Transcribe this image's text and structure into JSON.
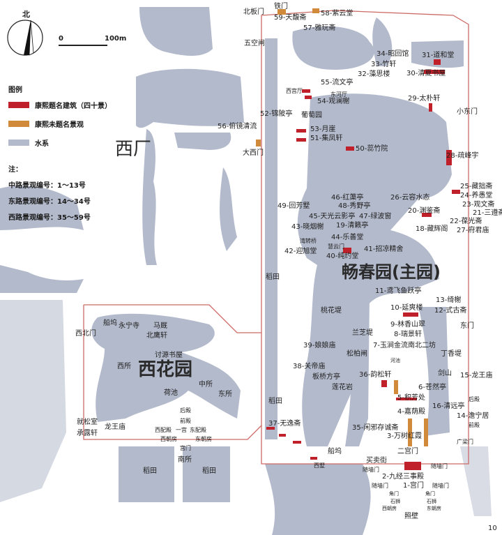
{
  "compass": {
    "label": "北"
  },
  "scale": {
    "start": "0",
    "end": "100m"
  },
  "legend": {
    "title": "图例",
    "items": [
      {
        "label": "康熙题名建筑（四十景）",
        "color": "#c0202a"
      },
      {
        "label": "康熙未题名景观",
        "color": "#d08a3a"
      },
      {
        "label": "水系",
        "color": "#b3bacb"
      }
    ]
  },
  "notes": {
    "title": "注：",
    "lines": [
      "中路景观编号：1～13号",
      "东路景观编号：14～34号",
      "西路景观编号：35～59号"
    ]
  },
  "colors": {
    "water": "#b3bacb",
    "boundary": "#cc6b66",
    "titled": "#c0202a",
    "untitled": "#d08a3a"
  },
  "map_labels": [
    "北板门",
    "铁门",
    "59-天馥斋",
    "58-紫云堂",
    "57-雅玩斋",
    "五空闸",
    "34-昭回馆",
    "31-道和堂",
    "33-竹轩",
    "32-藻思楼",
    "30-清夏书屋",
    "55-流文亭",
    "西宫厅",
    "东河厅",
    "54-观澜榭",
    "29-太朴轩",
    "小东门",
    "52-锦陂亭",
    "葡萄园",
    "56-俯镜清流",
    "53-月崖",
    "51-集凤轩",
    "50-蕊竹院",
    "大西门",
    "28-疏峰宇",
    "25-藏拙斋",
    "24-养愚堂",
    "23-观文斋",
    "21-三遵斋",
    "22-葆光斋",
    "27-府君庙",
    "26-云容水态",
    "46-红蕖亭",
    "48-秀野亭",
    "20-渊鉴斋",
    "49-回芳墅",
    "45-天光云影亭",
    "47-绿波窗",
    "19-清籁亭",
    "18-藏辉阁",
    "43-晓烟榭",
    "44-乐善堂",
    "湾转桥",
    "慧云门",
    "42-迎旭堂",
    "41-招凉精舍",
    "40-纯约堂",
    "稻田",
    "11-鸢飞鱼跃亭",
    "13-绮榭",
    "10-延爽楼",
    "12-式古斋",
    "桃花堤",
    "东门",
    "9-林香山翠",
    "兰芝堤",
    "8-瑞景轩",
    "7-玉涧金流南北二坊",
    "39-娘娘庙",
    "松柏闸",
    "丁香堤",
    "河池",
    "38-关帝庙",
    "板桥方亭",
    "36-韵松轩",
    "剑山",
    "15-龙王庙",
    "莲花岩",
    "6-苍然亭",
    "5-积芳处",
    "后殿",
    "16-清远亭",
    "4-嘉荫殿",
    "14-澹宁居",
    "前殿",
    "37-无逸斋",
    "稻田",
    "35-闲邪存诚斋",
    "3-万树红霞",
    "广梁门",
    "二宫门",
    "船坞",
    "买卖街",
    "西墅",
    "随墙门",
    "随墙门",
    "2-九经三事殿",
    "随墙门",
    "随墙门",
    "1-宫门",
    "角门",
    "角门",
    "石狮",
    "石狮",
    "西朝房",
    "东朝房",
    "照壁",
    "10",
    "船坞",
    "永宁寺",
    "马厩",
    "西北门",
    "北鹰轩",
    "讨源书屋",
    "西所",
    "中所",
    "荷池",
    "东所",
    "后殿",
    "前殿",
    "西配殿",
    "一宫",
    "东配殿",
    "西朝房",
    "东朝房",
    "宫门",
    "南所",
    "稻田",
    "稻田",
    "就松室",
    "承露轩",
    "龙王庙"
  ],
  "region_labels": {
    "main_garden": "畅春园(主园)",
    "west_garden": "西花园",
    "west_factory": "西厂"
  }
}
